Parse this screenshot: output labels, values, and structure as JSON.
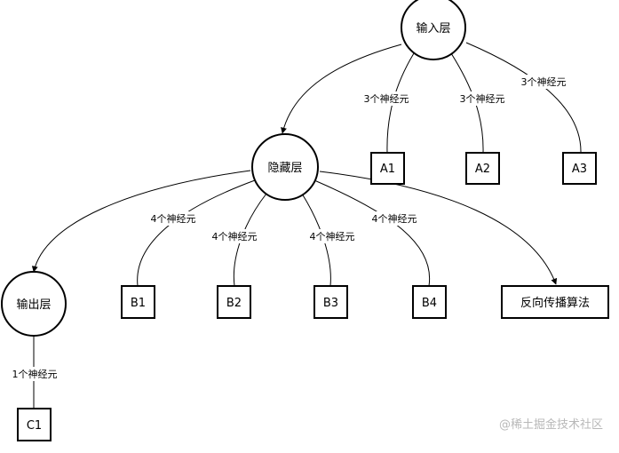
{
  "nodes": {
    "input": "输入层",
    "hidden": "隐藏层",
    "output": "输出层",
    "a1": "A1",
    "a2": "A2",
    "a3": "A3",
    "b1": "B1",
    "b2": "B2",
    "b3": "B3",
    "b4": "B4",
    "backprop": "反向传播算法",
    "c1": "C1"
  },
  "edge_labels": {
    "input_a1": "3个神经元",
    "input_a2": "3个神经元",
    "input_a3": "3个神经元",
    "hidden_b1": "4个神经元",
    "hidden_b2": "4个神经元",
    "hidden_b3": "4个神经元",
    "hidden_b4": "4个神经元",
    "output_c1": "1个神经元"
  },
  "watermark": "@稀土掘金技术社区"
}
